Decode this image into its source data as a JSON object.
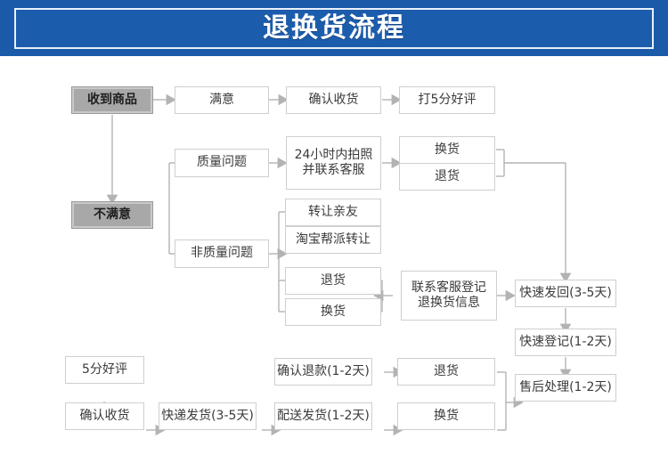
{
  "header": {
    "title": "退换货流程"
  },
  "flow": {
    "nodes": [
      {
        "id": "received",
        "label": "收到商品",
        "style": "gray"
      },
      {
        "id": "satisfied",
        "label": "满意",
        "style": "plain"
      },
      {
        "id": "confirm-receipt",
        "label": "确认收货",
        "style": "plain"
      },
      {
        "id": "five-star",
        "label": "打5分好评",
        "style": "plain"
      },
      {
        "id": "unsatisfied",
        "label": "不满意",
        "style": "gray"
      },
      {
        "id": "quality",
        "label": "质量问题",
        "style": "plain"
      },
      {
        "id": "photo-24h",
        "label": "24小时内拍照\n并联系客服",
        "style": "plain"
      },
      {
        "id": "exchange-1",
        "label": "换货",
        "style": "plain"
      },
      {
        "id": "return-1",
        "label": "退货",
        "style": "plain"
      },
      {
        "id": "non-quality",
        "label": "非质量问题",
        "style": "plain"
      },
      {
        "id": "transfer-friend",
        "label": "转让亲友",
        "style": "plain"
      },
      {
        "id": "taobao-gang",
        "label": "淘宝帮派转让",
        "style": "plain"
      },
      {
        "id": "return-2",
        "label": "退货",
        "style": "plain"
      },
      {
        "id": "exchange-2",
        "label": "换货",
        "style": "plain"
      },
      {
        "id": "contact-service",
        "label": "联系客服登记\n退换货信息",
        "style": "plain"
      },
      {
        "id": "fast-send-back",
        "label": "快速发回(3-5天)",
        "style": "plain"
      },
      {
        "id": "fast-register",
        "label": "快速登记(1-2天)",
        "style": "plain"
      },
      {
        "id": "after-sales",
        "label": "售后处理(1-2天)",
        "style": "plain"
      },
      {
        "id": "return-3",
        "label": "退货",
        "style": "plain"
      },
      {
        "id": "exchange-3",
        "label": "换货",
        "style": "plain"
      },
      {
        "id": "confirm-refund",
        "label": "确认退款(1-2天)",
        "style": "plain"
      },
      {
        "id": "deliver-send",
        "label": "配送发货(1-2天)",
        "style": "plain"
      },
      {
        "id": "express-send",
        "label": "快递发货(3-5天)",
        "style": "plain"
      },
      {
        "id": "confirm-receipt2",
        "label": "确认收货",
        "style": "plain"
      },
      {
        "id": "five-star-2",
        "label": "5分好评",
        "style": "plain"
      }
    ]
  },
  "colors": {
    "banner_bg": "#1a5aa8",
    "banner_border": "#e8f0fa",
    "banner_text": "#ffffff",
    "node_border": "#cfcfcf",
    "node_bg": "#ffffff",
    "node_text": "#3a3a3a",
    "highlight_bg": "#a8a8a8",
    "wire": "#b3b3b3"
  }
}
